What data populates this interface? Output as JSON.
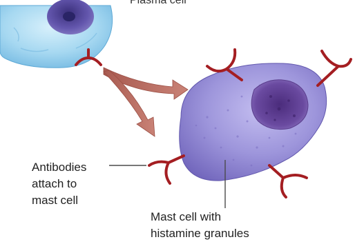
{
  "labels": {
    "plasma_cell_partial": "Plasma cell",
    "antibodies": [
      "Antibodies",
      "attach to",
      "mast cell"
    ],
    "mast_cell": [
      "Mast cell with",
      "histamine granules"
    ]
  },
  "colors": {
    "plasma_cell": "#9fd4ef",
    "plasma_nucleus": "#5b4fa0",
    "mast_cell": "#8e86d0",
    "mast_nucleus": "#5a3d8c",
    "antibody": "#a41e22",
    "arrow": "#b5665a"
  }
}
